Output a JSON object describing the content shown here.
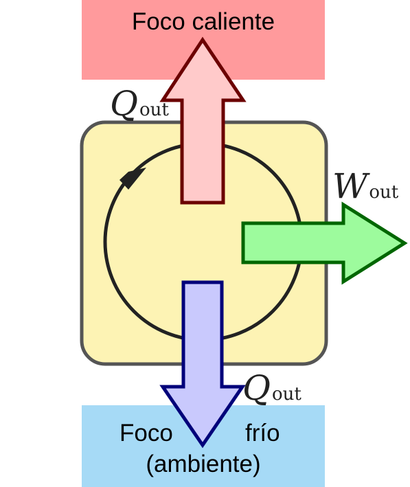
{
  "diagram": {
    "hot_reservoir": {
      "label": "Foco caliente",
      "color": "#ff9a9c"
    },
    "cold_reservoir": {
      "line1": "Foco",
      "line1b": "frío",
      "line2": "(ambiente)",
      "color": "#a6daf6"
    },
    "engine": {
      "fill": "#fdf3b4",
      "stroke": "#555555"
    },
    "heat_out_top": {
      "symbol": "Q",
      "subscript": "out",
      "fill": "#ffcaca",
      "stroke": "#6b0000"
    },
    "heat_out_bottom": {
      "symbol": "Q",
      "subscript": "out",
      "fill": "#c9c9fd",
      "stroke": "#00007a"
    },
    "work_out": {
      "symbol": "W",
      "subscript": "out",
      "fill": "#9dfb9d",
      "stroke": "#006600"
    },
    "cycle": {
      "stroke": "#222222",
      "direction": "clockwise"
    }
  }
}
